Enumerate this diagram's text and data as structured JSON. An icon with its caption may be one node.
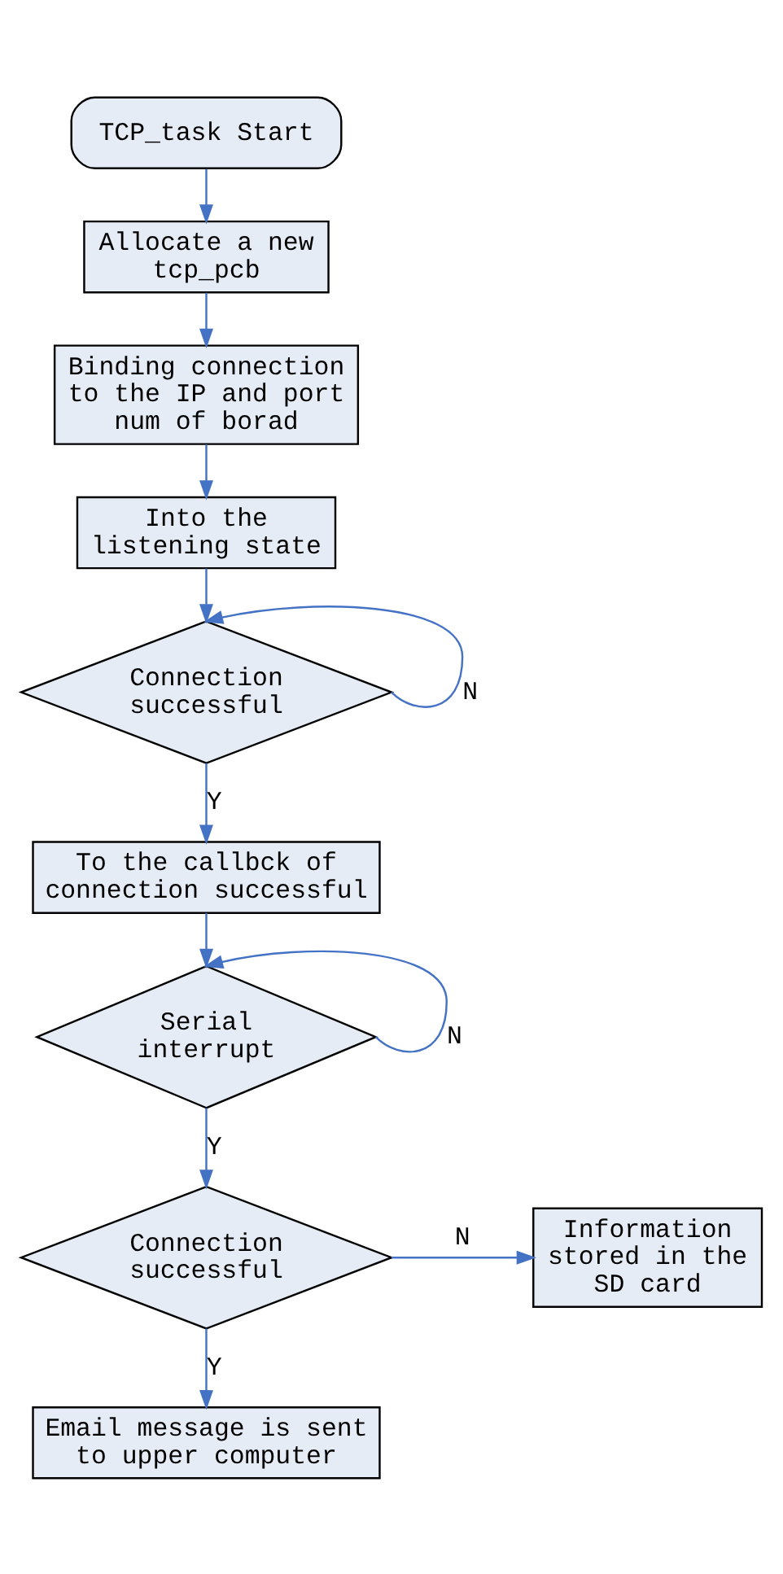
{
  "diagram": {
    "nodes": [
      {
        "text": [
          "TCP_task Start"
        ]
      },
      {
        "text": [
          "Allocate a new tcp_pcb"
        ]
      },
      {
        "text": [
          "Binding connection to the IP and port num of borad"
        ]
      },
      {
        "text": [
          "Into the listening state"
        ]
      },
      {
        "text": [
          "Connection successful"
        ]
      },
      {
        "text": [
          "To the callbck of connection successful"
        ]
      },
      {
        "text": [
          "Serial interrupt"
        ]
      },
      {
        "text": [
          "Connection successful"
        ]
      },
      {
        "text": [
          "Information stored in the SD card"
        ]
      },
      {
        "text": [
          "Email message is sent to upper computer"
        ]
      }
    ],
    "edges": [
      {
        "from": 0,
        "to": 1,
        "arrow": "to"
      },
      {
        "from": 1,
        "to": 2,
        "arrow": "to"
      },
      {
        "from": 2,
        "to": 3,
        "arrow": "to"
      },
      {
        "from": 3,
        "to": 4,
        "arrow": "to"
      },
      {
        "from": 4,
        "to": 4,
        "arrow": "to",
        "label": "N"
      },
      {
        "from": 4,
        "to": 5,
        "arrow": "to",
        "label": "Y"
      },
      {
        "from": 5,
        "to": 6,
        "arrow": "to"
      },
      {
        "from": 6,
        "to": 6,
        "arrow": "to",
        "label": "N"
      },
      {
        "from": 6,
        "to": 7,
        "arrow": "to",
        "label": "Y"
      },
      {
        "from": 7,
        "to": 8,
        "arrow": "to",
        "label": "N"
      },
      {
        "from": 7,
        "to": 9,
        "arrow": "to",
        "label": "Y"
      }
    ]
  }
}
